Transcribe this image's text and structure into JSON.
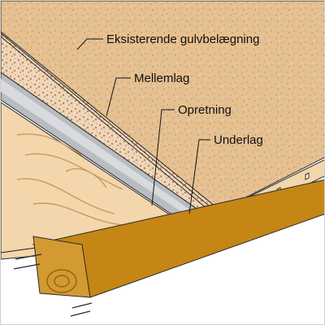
{
  "diagram": {
    "callouts": [
      {
        "id": "gulvbelaegning",
        "label": "Eksisterende gulvbelægning"
      },
      {
        "id": "mellemlag",
        "label": "Mellemlag"
      },
      {
        "id": "opretning",
        "label": "Opretning"
      },
      {
        "id": "underlag",
        "label": "Underlag"
      }
    ],
    "colors": {
      "carpet": "#e7c08f",
      "carpet_speck": "#9aa7c6",
      "mellemlag": "#eed7bb",
      "mellemlag_speck": "#b5794a",
      "opretning": "#b9bcc0",
      "opretning_light": "#d8dadd",
      "wood": "#f3d6ac",
      "wood_grain": "#c79a63",
      "beam": "#c58616",
      "beam_dark": "#8a5a0a",
      "outline": "#2a2a2a"
    }
  }
}
